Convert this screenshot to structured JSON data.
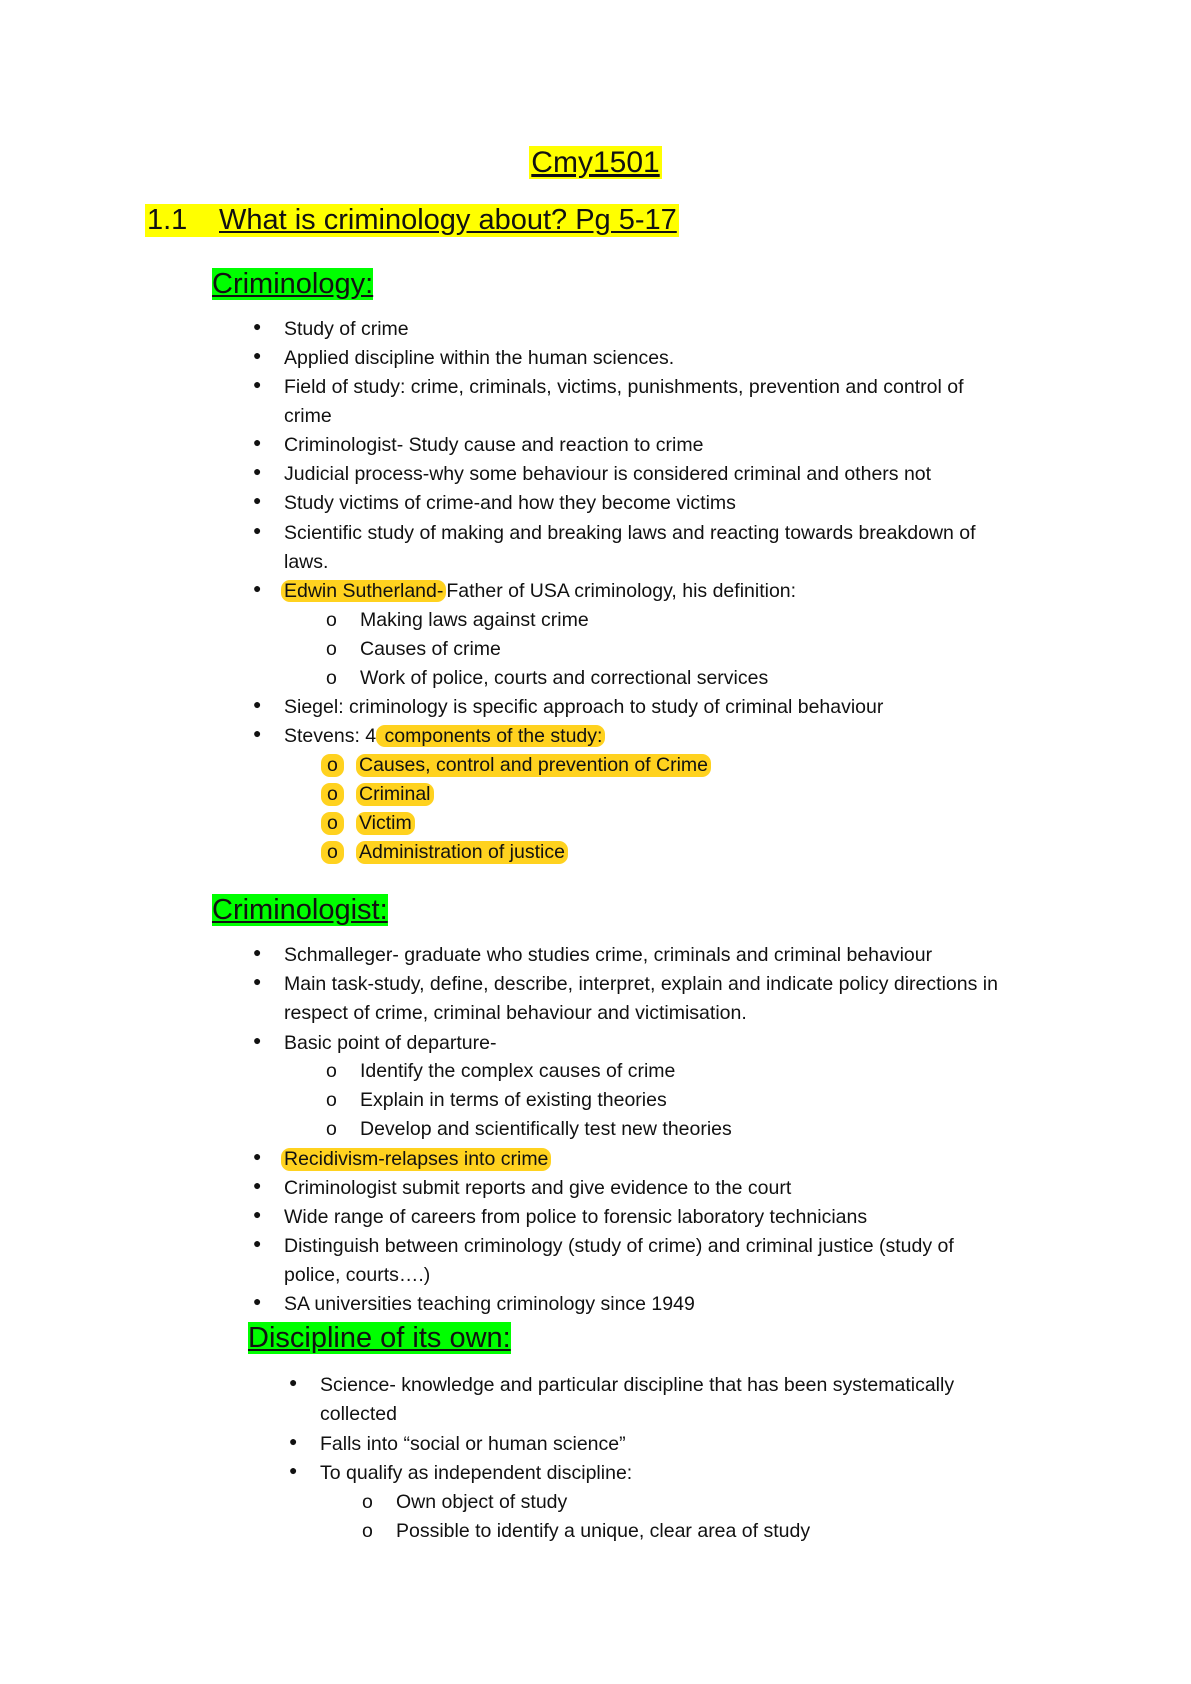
{
  "doc": {
    "title": "Cmy1501",
    "heading": {
      "num": "1.1",
      "text": "What is criminology about? Pg 5-17"
    }
  },
  "s1": {
    "heading": "Criminology:",
    "i1": "Study of crime",
    "i2": "Applied discipline within the human sciences.",
    "i3a": "Field of study: crime, criminals, victims, punishments, prevention and control of",
    "i3b": "crime",
    "i4": "Criminologist- Study cause and reaction to crime",
    "i5": "Judicial process-why some behaviour is considered criminal and others not",
    "i6": "Study victims of crime-and how they become victims",
    "i7a": "Scientific study of making and breaking laws and reacting towards breakdown of",
    "i7b": "laws.",
    "i8_hl": "Edwin Sutherland-",
    "i8_rest": "Father of USA criminology, his definition:",
    "i8s1": "Making laws against crime",
    "i8s2": "Causes of crime",
    "i8s3": "Work of police, courts and correctional services",
    "i9": "Siegel: criminology is specific approach to study of criminal behaviour",
    "i10_pre": "Stevens: 4",
    "i10_hl": " components of the study:",
    "i10s1": " Causes, control  and prevention of Crime",
    "i10s2": "Criminal",
    "i10s3": "Victim",
    "i10s4": "Administration of justice"
  },
  "s2": {
    "heading": "Criminologist:",
    "i1": "Schmalleger- graduate who studies crime, criminals and criminal behaviour",
    "i2a": "Main task-study, define, describe, interpret, explain and indicate policy directions in",
    "i2b": "respect of crime, criminal behaviour and victimisation.",
    "i3": "Basic point of departure-",
    "i3s1": "Identify the complex causes of crime",
    "i3s2": "Explain in terms of existing theories",
    "i3s3": "Develop and scientifically test new theories",
    "i4": "Recidivism-relapses into crime",
    "i5": "Criminologist submit reports and give evidence to the court",
    "i6": "Wide range of careers  from police to forensic laboratory technicians",
    "i7a": "Distinguish between criminology (study of crime) and criminal justice (study of",
    "i7b": "police, courts….)",
    "i8": "SA universities teaching criminology since 1949"
  },
  "s3": {
    "heading": "Discipline of its own:",
    "i1a": "Science- knowledge and particular discipline that has been systematically",
    "i1b": "collected",
    "i2": "Falls into “social or human science”",
    "i3": "To qualify as independent discipline:",
    "i3s1": "Own object of study",
    "i3s2": "Possible to identify a unique, clear area of study"
  },
  "markers": {
    "bullet": "●",
    "sub": "o"
  }
}
